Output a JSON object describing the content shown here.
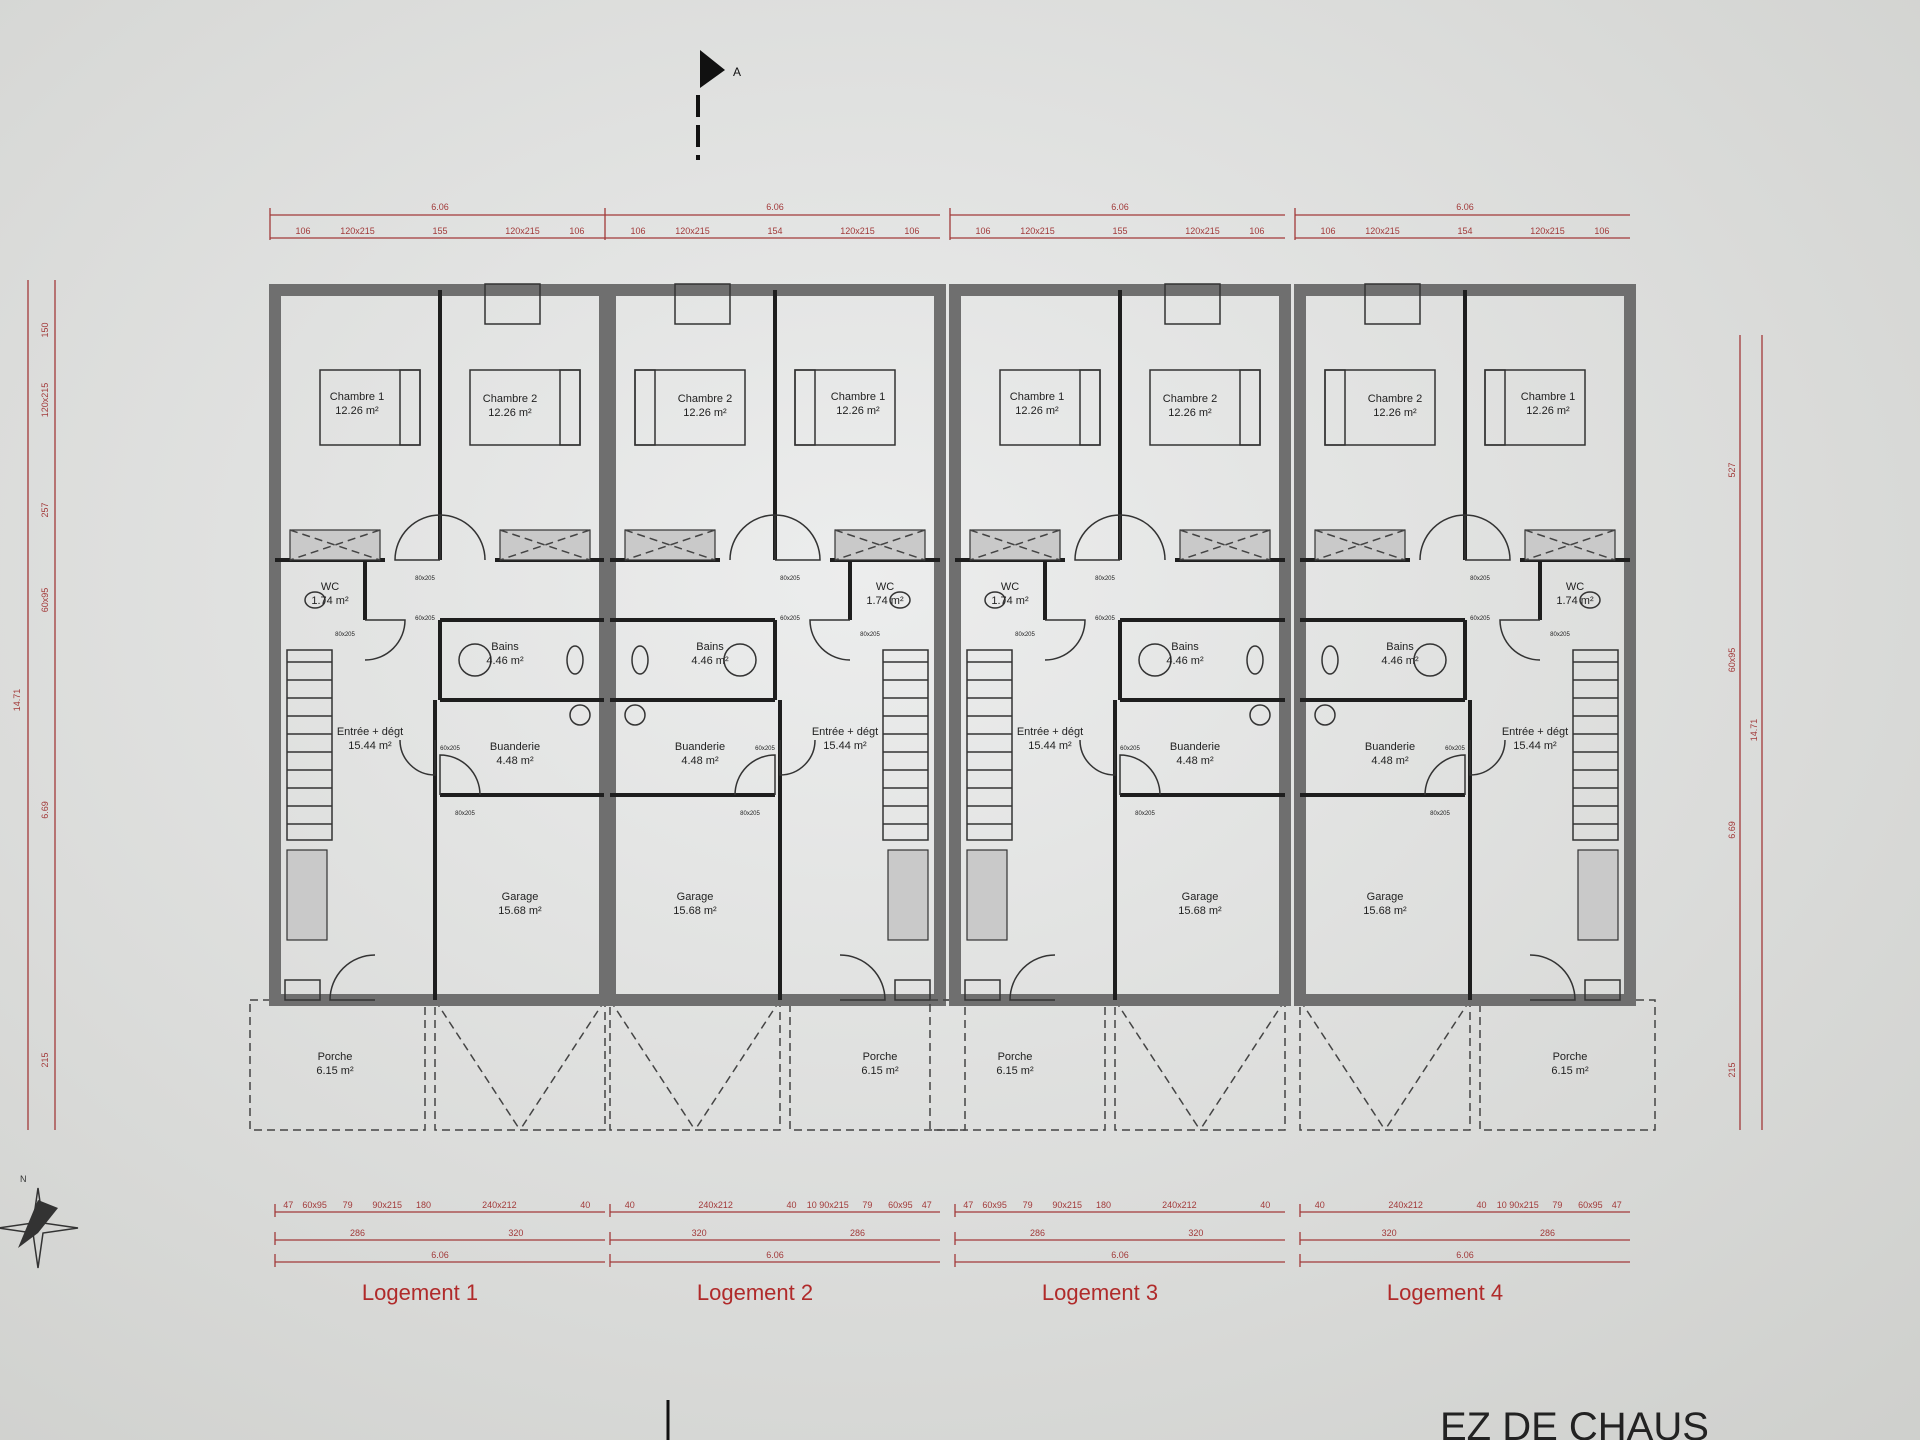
{
  "plan_title_partial": "EZ DE CHAUS",
  "section_marker": "A",
  "units": [
    {
      "name": "Logement 1",
      "mirrored": false,
      "rooms": {
        "chambre_left": {
          "label": "Chambre 1",
          "area": "12.26 m²"
        },
        "chambre_right": {
          "label": "Chambre 2",
          "area": "12.26 m²"
        },
        "wc": {
          "label": "WC",
          "area": "1.74 m²"
        },
        "bains": {
          "label": "Bains",
          "area": "4.46 m²"
        },
        "entree": {
          "label": "Entrée + dégt",
          "area": "15.44 m²"
        },
        "buanderie": {
          "label": "Buanderie",
          "area": "4.48 m²"
        },
        "garage": {
          "label": "Garage",
          "area": "15.68 m²"
        },
        "porche": {
          "label": "Porche",
          "area": "6.15 m²"
        }
      },
      "door_tags": [
        "80x205",
        "60x205",
        "80x205",
        "80x205",
        "60x205"
      ],
      "dims_top": {
        "total": "6.06",
        "chain": [
          "106",
          "120x215",
          "155",
          "120x215",
          "106"
        ]
      },
      "dims_bottom": {
        "chain": [
          "47",
          "60x95",
          "79",
          "90x215",
          "180",
          "240x212",
          "40"
        ],
        "sub": [
          "286",
          "320"
        ],
        "total": "6.06"
      }
    },
    {
      "name": "Logement 2",
      "mirrored": true,
      "rooms": {
        "chambre_left": {
          "label": "Chambre 1",
          "area": "12.26 m²"
        },
        "chambre_right": {
          "label": "Chambre 2",
          "area": "12.26 m²"
        },
        "wc": {
          "label": "WC",
          "area": "1.74 m²"
        },
        "bains": {
          "label": "Bains",
          "area": "4.46 m²"
        },
        "entree": {
          "label": "Entrée + dégt",
          "area": "15.44 m²"
        },
        "buanderie": {
          "label": "Buanderie",
          "area": "4.48 m²"
        },
        "garage": {
          "label": "Garage",
          "area": "15.68 m²"
        },
        "porche": {
          "label": "Porche",
          "area": "6.15 m²"
        }
      },
      "door_tags": [
        "80x205",
        "60x205",
        "80x205",
        "80x205",
        "60x205"
      ],
      "dims_top": {
        "total": "6.06",
        "chain": [
          "106",
          "120x215",
          "154",
          "120x215",
          "106"
        ]
      },
      "dims_bottom": {
        "chain": [
          "40",
          "240x212",
          "40",
          "10 90x215",
          "79",
          "60x95",
          "47"
        ],
        "sub": [
          "320",
          "286"
        ],
        "total": "6.06"
      }
    },
    {
      "name": "Logement 3",
      "mirrored": false,
      "rooms": {
        "chambre_left": {
          "label": "Chambre 1",
          "area": "12.26 m²"
        },
        "chambre_right": {
          "label": "Chambre 2",
          "area": "12.26 m²"
        },
        "wc": {
          "label": "WC",
          "area": "1.74 m²"
        },
        "bains": {
          "label": "Bains",
          "area": "4.46 m²"
        },
        "entree": {
          "label": "Entrée + dégt",
          "area": "15.44 m²"
        },
        "buanderie": {
          "label": "Buanderie",
          "area": "4.48 m²"
        },
        "garage": {
          "label": "Garage",
          "area": "15.68 m²"
        },
        "porche": {
          "label": "Porche",
          "area": "6.15 m²"
        }
      },
      "door_tags": [
        "80x205",
        "60x205",
        "80x205",
        "80x205",
        "60x205"
      ],
      "dims_top": {
        "total": "6.06",
        "chain": [
          "106",
          "120x215",
          "155",
          "120x215",
          "106"
        ]
      },
      "dims_bottom": {
        "chain": [
          "47",
          "60x95",
          "79",
          "90x215",
          "180",
          "240x212",
          "40"
        ],
        "sub": [
          "286",
          "320"
        ],
        "total": "6.06"
      }
    },
    {
      "name": "Logement 4",
      "mirrored": true,
      "rooms": {
        "chambre_left": {
          "label": "Chambre 1",
          "area": "12.26 m²"
        },
        "chambre_right": {
          "label": "Chambre 2",
          "area": "12.26 m²"
        },
        "wc": {
          "label": "WC",
          "area": "1.74 m²"
        },
        "bains": {
          "label": "Bains",
          "area": "4.46 m²"
        },
        "entree": {
          "label": "Entrée + dégt",
          "area": "15.44 m²"
        },
        "buanderie": {
          "label": "Buanderie",
          "area": "4.48 m²"
        },
        "garage": {
          "label": "Garage",
          "area": "15.68 m²"
        },
        "porche": {
          "label": "Porche",
          "area": "6.15 m²"
        }
      },
      "door_tags": [
        "80x205",
        "60x205",
        "80x205",
        "80x205",
        "60x205"
      ],
      "dims_top": {
        "total": "6.06",
        "chain": [
          "106",
          "120x215",
          "154",
          "120x215",
          "106"
        ]
      },
      "dims_bottom": {
        "chain": [
          "40",
          "240x212",
          "40",
          "10 90x215",
          "79",
          "60x95",
          "47"
        ],
        "sub": [
          "320",
          "286"
        ],
        "total": "6.06"
      }
    }
  ],
  "dims_left": {
    "total": "14.71",
    "chain": [
      "150",
      "120x215",
      "257",
      "60x95",
      "6.69",
      "215"
    ]
  },
  "dims_right": {
    "total": "14.71",
    "chain": [
      "527",
      "60x95",
      "6.69",
      "215"
    ]
  }
}
